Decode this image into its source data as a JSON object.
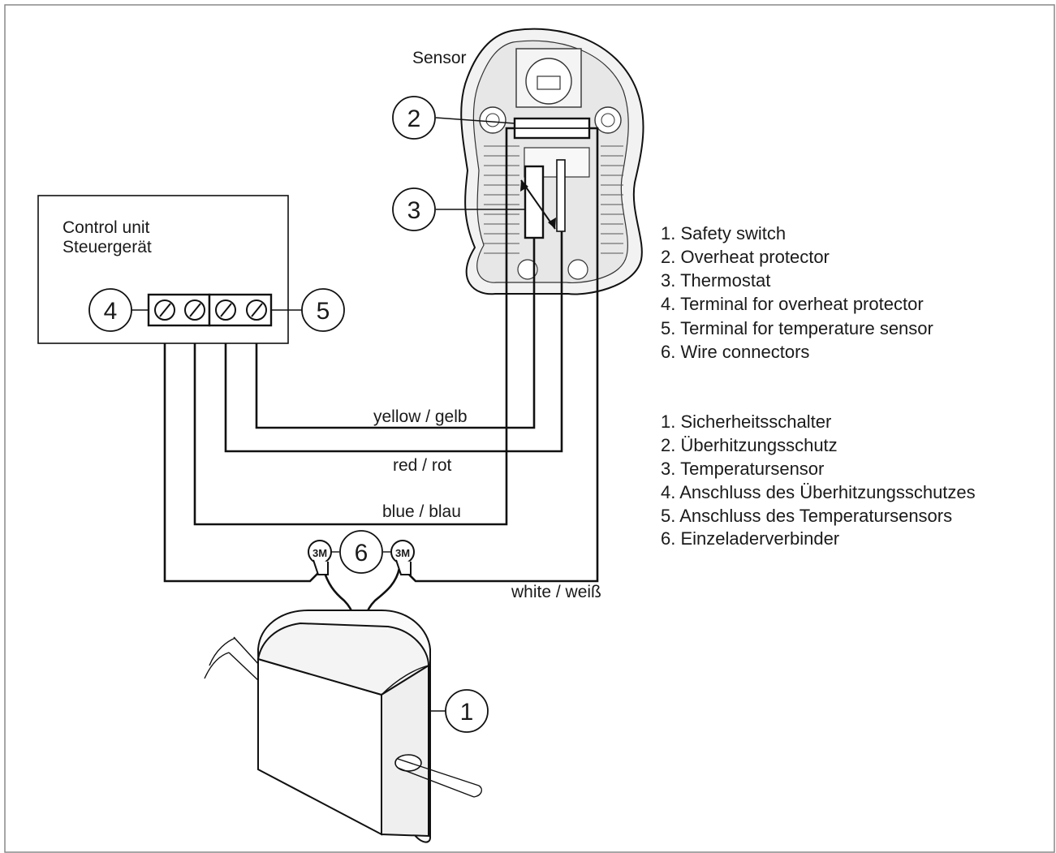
{
  "sensor_label": "Sensor",
  "control_unit": {
    "line1": "Control unit",
    "line2": "Steuergerät"
  },
  "callouts": {
    "c1": "1",
    "c2": "2",
    "c3": "3",
    "c4": "4",
    "c5": "5",
    "c6": "6"
  },
  "connector_brand": "3M",
  "wires": {
    "yellow": "yellow / gelb",
    "red": "red / rot",
    "blue": "blue / blau",
    "white": "white / weiß"
  },
  "legend_en": [
    "1. Safety switch",
    "2. Overheat protector",
    "3. Thermostat",
    "4. Terminal for overheat protector",
    "5. Terminal for temperature sensor",
    "6. Wire connectors"
  ],
  "legend_de": [
    "1. Sicherheitsschalter",
    "2. Überhitzungsschutz",
    "3. Temperatursensor",
    "4. Anschluss des Überhitzungsschutzes",
    "5. Anschluss des Temperatursensors",
    "6. Einzeladerverbinder"
  ]
}
